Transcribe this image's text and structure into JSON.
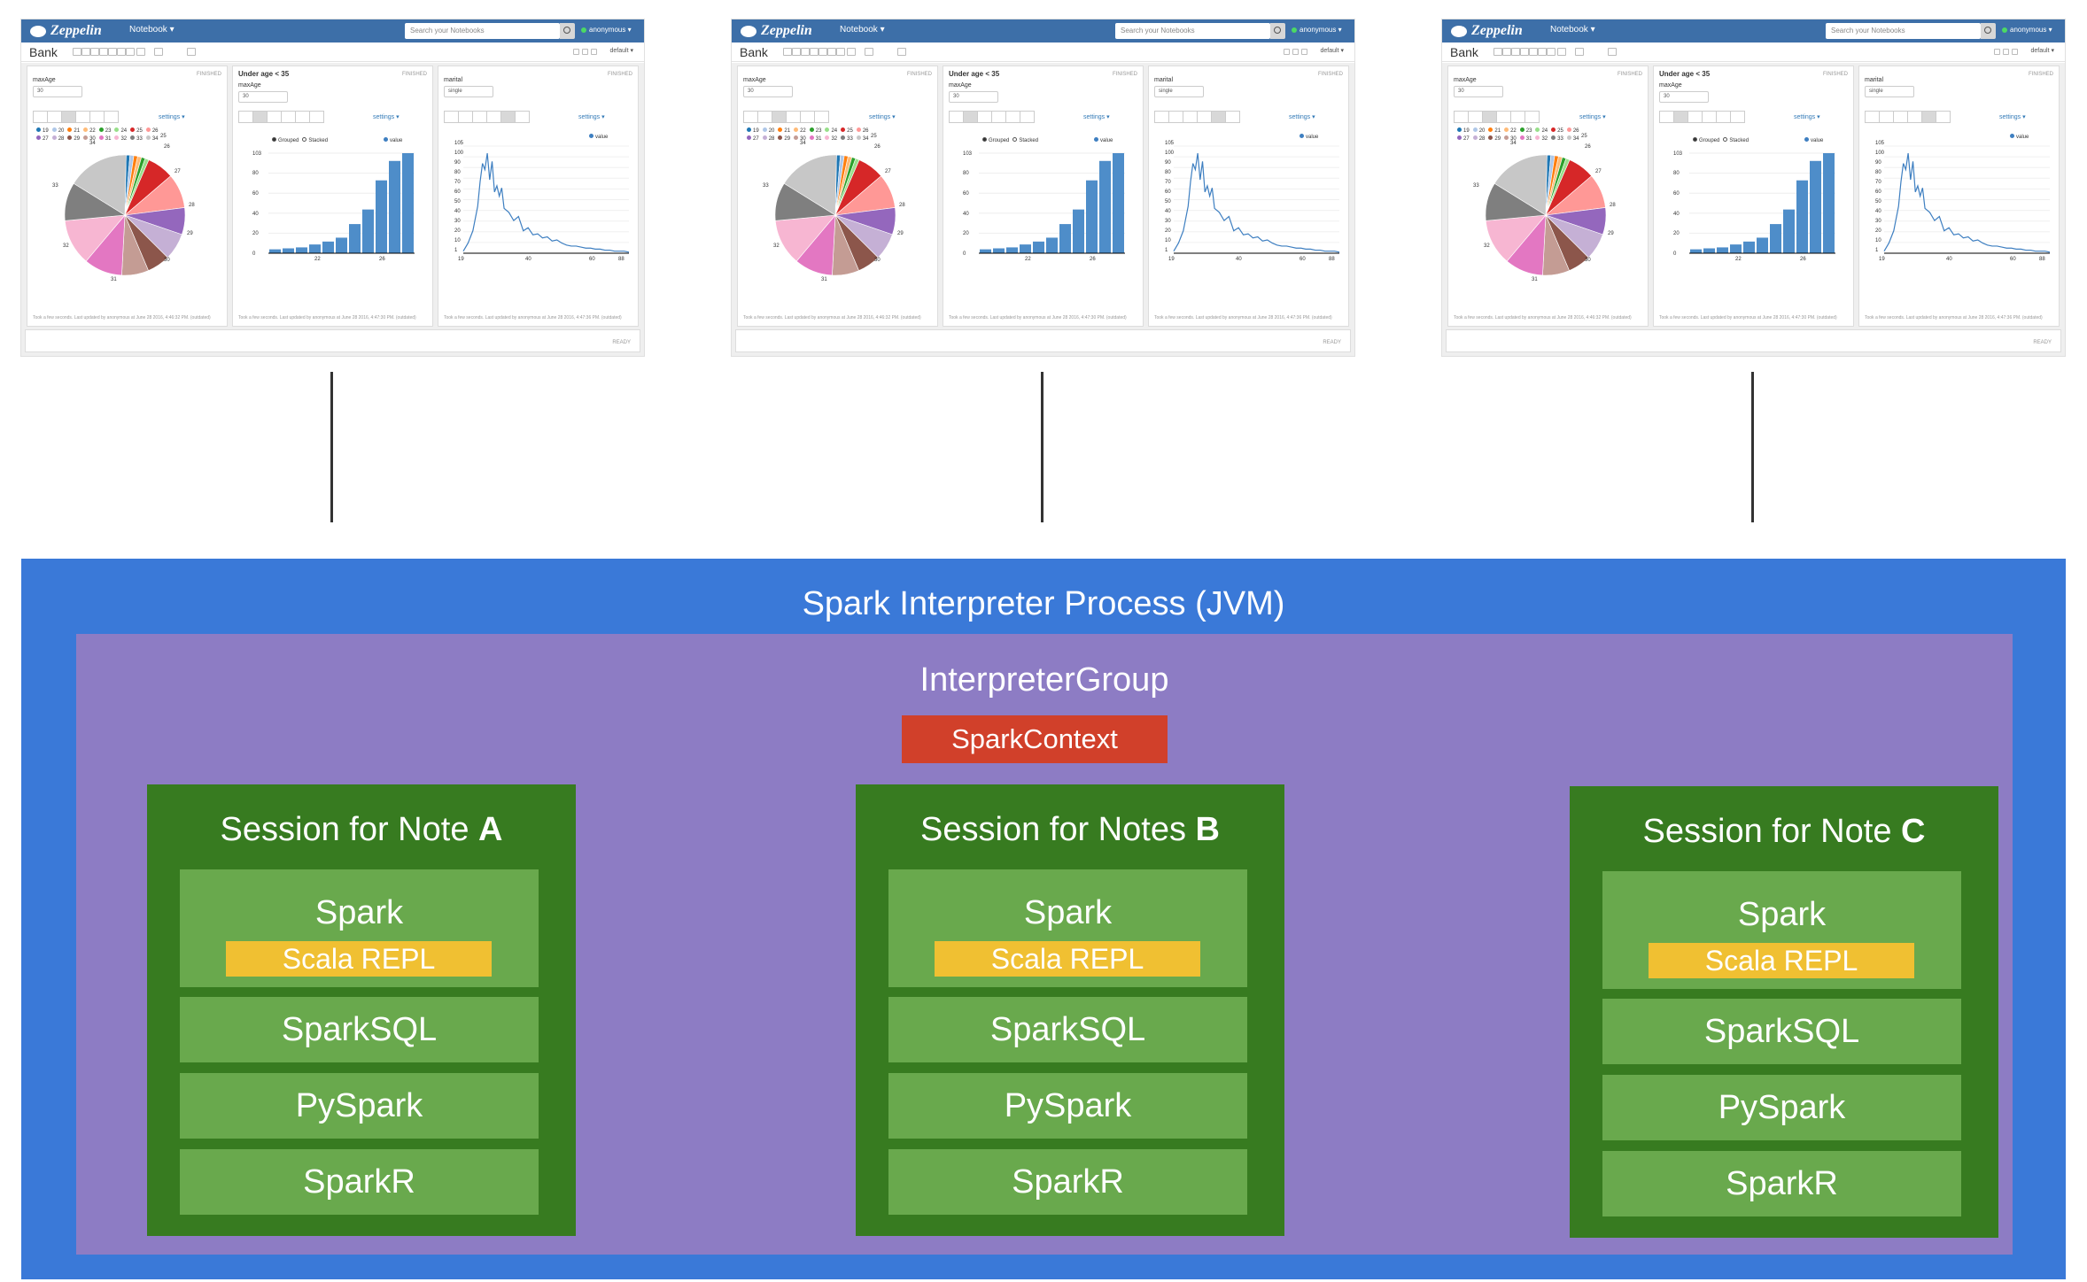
{
  "screenshot": {
    "brand": "Zeppelin",
    "nav_menu": "Notebook ▾",
    "search_placeholder": "Search your Notebooks",
    "user": "anonymous ▾",
    "notebook_title": "Bank",
    "interpreter_binding": "default ▾",
    "status_ready": "READY",
    "paragraphs": [
      {
        "title": "",
        "input_label": "maxAge",
        "input_value": "30",
        "status": "FINISHED",
        "settings": "settings ▾",
        "footer": "Took a few seconds. Last updated by anonymous at June 28 2016, 4:46:32 PM. (outdated)",
        "legend": [
          "19",
          "20",
          "21",
          "22",
          "23",
          "24",
          "25",
          "26",
          "27",
          "28",
          "29",
          "30",
          "31",
          "32",
          "33",
          "34"
        ],
        "pie_labels": [
          "34",
          "25",
          "27",
          "26",
          "28",
          "29",
          "30",
          "31",
          "32",
          "33"
        ]
      },
      {
        "title": "Under age < 35",
        "input_label": "maxAge",
        "input_value": "30",
        "status": "FINISHED",
        "settings": "settings ▾",
        "footer": "Took a few seconds. Last updated by anonymous at June 28 2016, 4:47:30 PM. (outdated)",
        "legend": [
          "Grouped",
          "Stacked",
          "value"
        ],
        "y_ticks": [
          "103",
          "80",
          "60",
          "40",
          "20",
          "0"
        ],
        "x_ticks": [
          "22",
          "26"
        ]
      },
      {
        "title": "",
        "input_label": "marital",
        "input_value": "single",
        "status": "FINISHED",
        "settings": "settings ▾",
        "footer": "Took a few seconds. Last updated by anonymous at June 28 2016, 4:47:36 PM. (outdated)",
        "legend": [
          "value"
        ],
        "y_ticks": [
          "105",
          "100",
          "90",
          "80",
          "70",
          "60",
          "50",
          "40",
          "30",
          "20",
          "10",
          "1"
        ],
        "x_ticks": [
          "19",
          "40",
          "60",
          "88"
        ]
      }
    ]
  },
  "diagram": {
    "process_title": "Spark Interpreter Process (JVM)",
    "group_title": "InterpreterGroup",
    "context_label": "SparkContext",
    "sessions": [
      {
        "prefix": "Session for Note ",
        "letter": "A",
        "spark": "Spark",
        "repl": "Scala REPL",
        "sql": "SparkSQL",
        "py": "PySpark",
        "r": "SparkR"
      },
      {
        "prefix": "Session for Notes ",
        "letter": "B",
        "spark": "Spark",
        "repl": "Scala REPL",
        "sql": "SparkSQL",
        "py": "PySpark",
        "r": "SparkR"
      },
      {
        "prefix": "Session for Note ",
        "letter": "C",
        "spark": "Spark",
        "repl": "Scala REPL",
        "sql": "SparkSQL",
        "py": "PySpark",
        "r": "SparkR"
      }
    ]
  },
  "chart_data": [
    {
      "type": "pie",
      "categories": [
        "19",
        "20",
        "21",
        "22",
        "23",
        "24",
        "25",
        "26",
        "27",
        "28",
        "29",
        "30",
        "31",
        "32",
        "33",
        "34"
      ],
      "values": [
        1,
        1,
        1,
        1,
        1,
        1,
        7,
        9,
        7,
        7,
        6,
        7,
        10,
        12,
        10,
        16
      ],
      "colors": [
        "#1f77b4",
        "#aec7e8",
        "#ff7f0e",
        "#ffbb78",
        "#2ca02c",
        "#98df8a",
        "#d62728",
        "#ff9896",
        "#9467bd",
        "#c5b0d5",
        "#8c564b",
        "#c49c94",
        "#e377c2",
        "#f7b6d2",
        "#7f7f7f",
        "#c7c7c7"
      ]
    },
    {
      "type": "bar",
      "categories": [
        "19",
        "20",
        "21",
        "22",
        "23",
        "24",
        "25",
        "26",
        "27",
        "28",
        "29"
      ],
      "values": [
        4,
        5,
        6,
        9,
        12,
        16,
        30,
        45,
        75,
        95,
        103
      ],
      "ylim": [
        0,
        103
      ]
    },
    {
      "type": "line",
      "x": [
        19,
        21,
        23,
        25,
        26,
        27,
        28,
        29,
        30,
        31,
        32,
        33,
        34,
        35,
        36,
        38,
        40,
        42,
        44,
        46,
        48,
        50,
        52,
        54,
        56,
        58,
        60,
        62,
        64,
        66,
        68,
        70,
        72,
        74,
        76,
        78,
        80,
        82,
        84,
        86,
        88
      ],
      "y": [
        2,
        10,
        22,
        46,
        70,
        88,
        82,
        98,
        72,
        90,
        60,
        66,
        56,
        64,
        44,
        40,
        32,
        36,
        22,
        25,
        18,
        19,
        15,
        16,
        12,
        13,
        10,
        8,
        7,
        7,
        6,
        5,
        5,
        4,
        4,
        3,
        3,
        2,
        2,
        2,
        1
      ],
      "ylim": [
        0,
        105
      ]
    }
  ]
}
